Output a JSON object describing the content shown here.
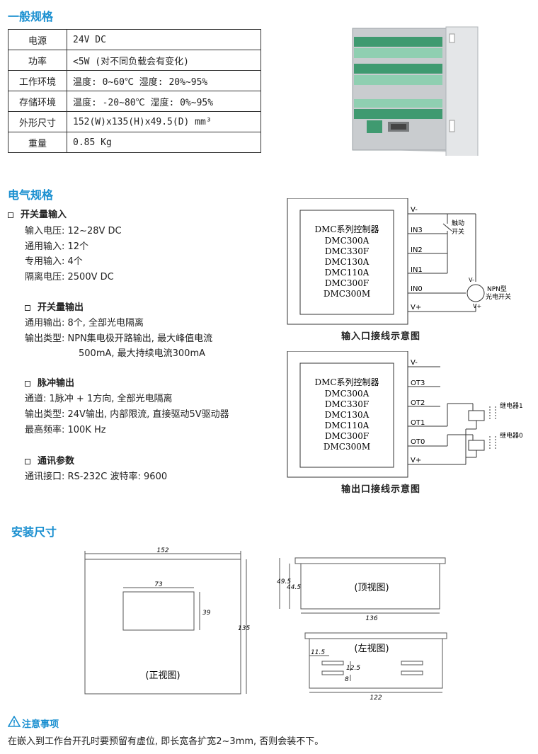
{
  "general": {
    "title": "一般规格",
    "rows": [
      {
        "k": "电源",
        "v": "24V DC"
      },
      {
        "k": "功率",
        "v": "<5W (对不同负载会有变化)"
      },
      {
        "k": "工作环境",
        "v": "温度: 0~60℃ 湿度: 20%~95%"
      },
      {
        "k": "存储环境",
        "v": "温度: -20~80℃ 湿度: 0%~95%"
      },
      {
        "k": "外形尺寸",
        "v": "152(W)x135(H)x49.5(D) mm³"
      },
      {
        "k": "重量",
        "v": "0.85 Kg"
      }
    ]
  },
  "electrical": {
    "title": "电气规格",
    "groups": [
      {
        "heading": "开关量输入",
        "lines": [
          "输入电压: 12~28V DC",
          "通用输入: 12个",
          "专用输入: 4个",
          "隔离电压: 2500V DC"
        ]
      },
      {
        "heading": "开关量输出",
        "lines": [
          "通用输出: 8个, 全部光电隔离",
          "输出类型: NPN集电极开路输出, 最大峰值电流",
          "500mA, 最大持续电流300mA"
        ]
      },
      {
        "heading": "脉冲输出",
        "lines": [
          "通道: 1脉冲 + 1方向, 全部光电隔离",
          "输出类型: 24V输出, 内部限流, 直接驱动5V驱动器",
          "最高频率: 100K Hz"
        ]
      },
      {
        "heading": "通讯参数",
        "lines": [
          "通讯接口: RS-232C    波特率: 9600"
        ]
      }
    ]
  },
  "input_diagram": {
    "controller": [
      "DMC系列控制器",
      "DMC300A",
      "DMC330F",
      "DMC130A",
      "DMC110A",
      "DMC300F",
      "DMC300M"
    ],
    "pins": [
      "V-",
      "IN3",
      "IN2",
      "IN1",
      "IN0",
      "V+"
    ],
    "switch_label": [
      "触动",
      "开关"
    ],
    "sensor_label": [
      "NPN型",
      "光电开关"
    ],
    "sensor_pins": [
      "V-",
      "V+"
    ],
    "caption": "输入口接线示意图"
  },
  "output_diagram": {
    "controller": [
      "DMC系列控制器",
      "DMC300A",
      "DMC330F",
      "DMC130A",
      "DMC110A",
      "DMC300F",
      "DMC300M"
    ],
    "pins": [
      "V-",
      "OT3",
      "OT2",
      "OT1",
      "OT0",
      "V+"
    ],
    "relays": [
      "继电器1",
      "继电器0"
    ],
    "caption": "输出口接线示意图"
  },
  "install": {
    "title": "安装尺寸",
    "front": {
      "w": "152",
      "h": "135",
      "inner_w": "73",
      "inner_h": "39",
      "label": "(正视图)"
    },
    "top": {
      "d1": "49.5",
      "d2": "44.5",
      "w": "136",
      "label": "(顶视图)"
    },
    "left": {
      "a": "11.5",
      "b": "12.5",
      "c": "8",
      "w": "122",
      "label": "(左视图)"
    }
  },
  "note": {
    "title": "注意事项",
    "text": "在嵌入到工作台开孔时要预留有虚位, 即长宽各扩宽2~3mm, 否则会装不下。"
  }
}
